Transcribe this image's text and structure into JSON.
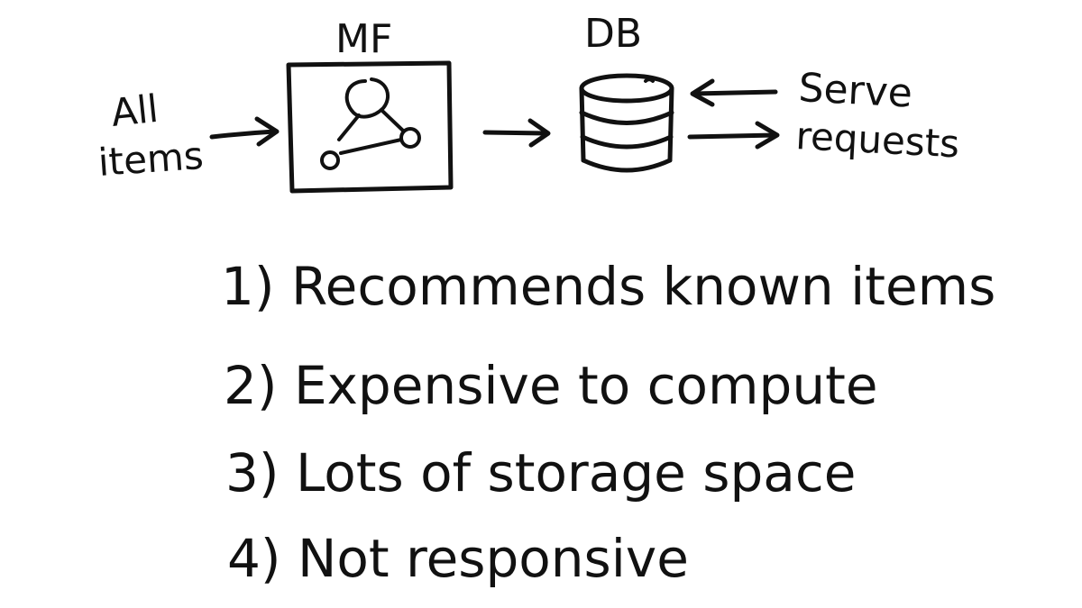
{
  "diagram": {
    "input_label": {
      "line1": "All",
      "line2": "items"
    },
    "mf_box": {
      "label": "MF"
    },
    "db": {
      "label": "DB"
    },
    "serve_label": {
      "line1": "Serve",
      "line2": "requests"
    }
  },
  "drawbacks": [
    "1) Recommends known items",
    "2) Expensive to compute",
    "3) Lots of storage space",
    "4) Not responsive"
  ],
  "colors": {
    "ink": "#111111",
    "background": "#ffffff"
  }
}
